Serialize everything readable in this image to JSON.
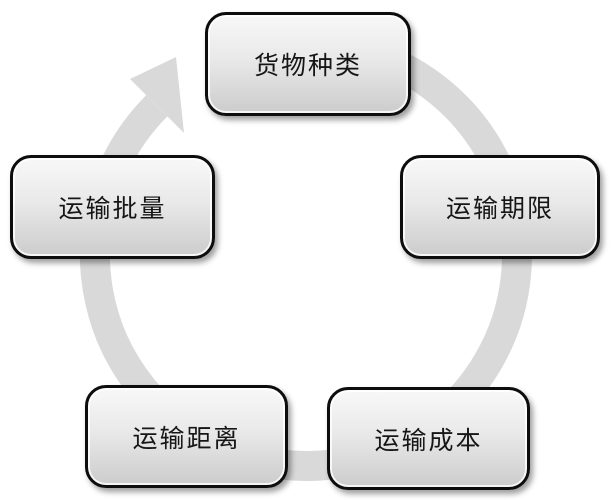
{
  "page": {
    "background": "#ffffff"
  },
  "diagram": {
    "kind": "cycle-diagram",
    "direction": "clockwise",
    "ring": {
      "color": "#d9d9d9"
    },
    "colors": {
      "box_border": "#0d0d0d",
      "box_fill_light": "#f8f8f8",
      "box_fill_dark": "#cccccc",
      "text": "#161616"
    },
    "nodes": [
      {
        "position": "top",
        "label": "货物种类"
      },
      {
        "position": "right",
        "label": "运输期限"
      },
      {
        "position": "bottom-right",
        "label": "运输成本"
      },
      {
        "position": "bottom-left",
        "label": "运输距离"
      },
      {
        "position": "left",
        "label": "运输批量"
      }
    ]
  }
}
